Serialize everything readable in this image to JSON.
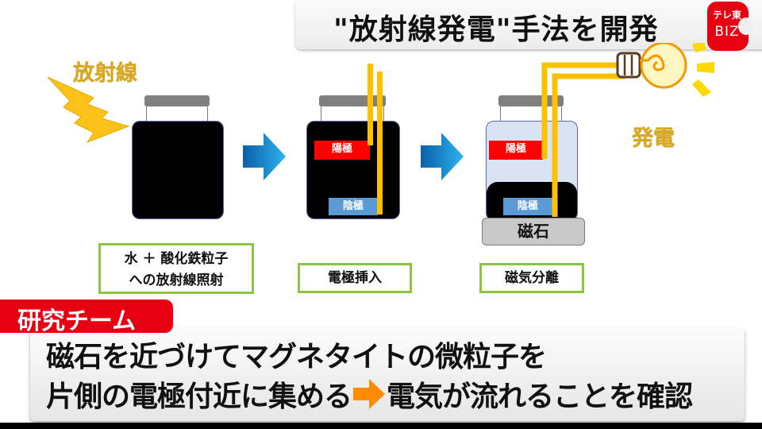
{
  "header": {
    "title": "\"放射線発電\"手法を開発",
    "logo": {
      "top": "テレ東",
      "bottom": "BIZ",
      "color": "#e60012"
    }
  },
  "diagram": {
    "radiation_label": "放射線",
    "radiation_icon": "lightning-bolt-icon",
    "generation_label": "発電",
    "bulb_icon": "light-bulb-icon",
    "flow_arrow_icon": "arrow-right-icon",
    "anode_label": "陽極",
    "cathode_label": "陰極",
    "magnet_label": "磁石",
    "steps": [
      {
        "line1": "水 ＋ 酸化鉄粒子",
        "line2": "への放射線照射"
      },
      {
        "line1": "電極挿入"
      },
      {
        "line1": "磁気分離"
      }
    ],
    "colors": {
      "anode": "#ff0000",
      "cathode": "#5b9bd5",
      "electrode_wire": "#ffc000",
      "step_border": "#8cc63f",
      "arrow": "#1e9be0",
      "label_gold": "#d8a820"
    }
  },
  "caption": {
    "tag": "研究チーム",
    "line1": "磁石を近づけてマグネタイトの微粒子を",
    "line2_part1": "片側の電極付近に集める",
    "line2_part2": "電気が流れることを確認",
    "arrow_color": "#ff8c00"
  }
}
